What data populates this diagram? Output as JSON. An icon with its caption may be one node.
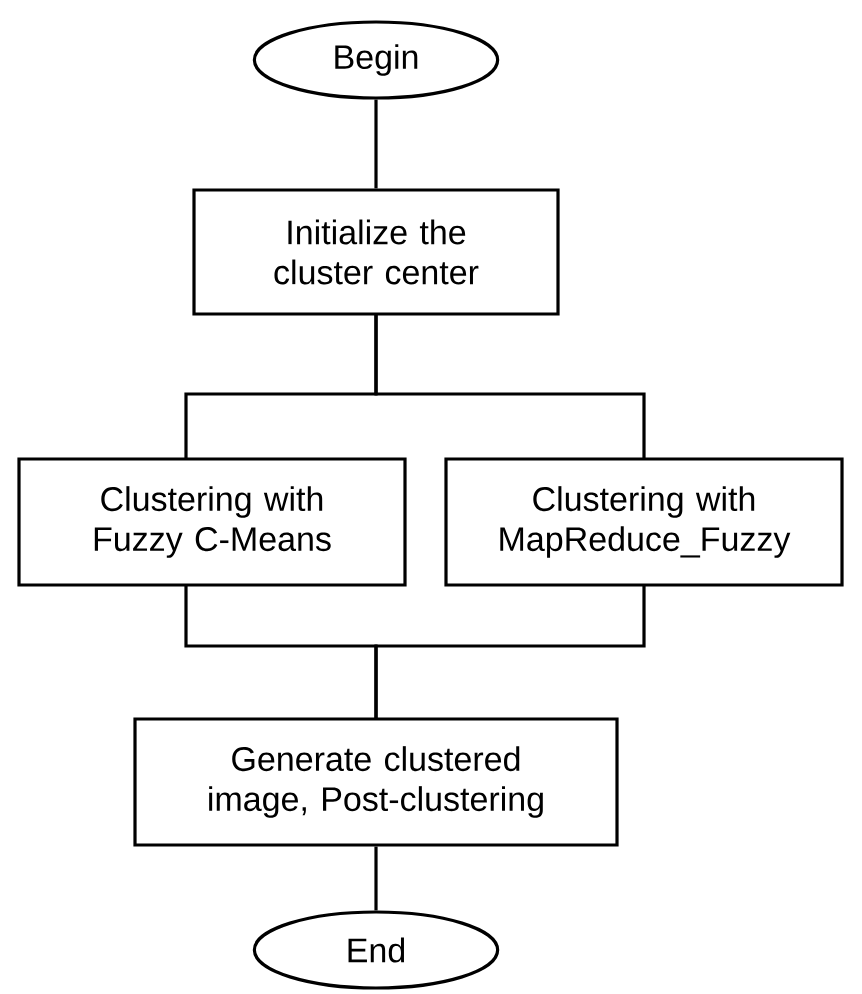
{
  "diagram": {
    "nodes": [
      {
        "text": [
          "Begin"
        ]
      },
      {
        "text": [
          "Initialize the cluster center"
        ]
      },
      {
        "text": [
          "Clustering with Fuzzy C-Means"
        ]
      },
      {
        "text": [
          "Clustering with MapReduce_Fuzzy"
        ]
      },
      {
        "text": [
          "Generate clustered image, Post-clustering"
        ]
      },
      {
        "text": [
          "End"
        ]
      }
    ],
    "edges": [
      {
        "from": 0,
        "to": 1,
        "arrow": "none"
      },
      {
        "from": 1,
        "to": 2,
        "arrow": "none"
      },
      {
        "from": 1,
        "to": 3,
        "arrow": "none"
      },
      {
        "from": 2,
        "to": 4,
        "arrow": "none"
      },
      {
        "from": 3,
        "to": 4,
        "arrow": "none"
      },
      {
        "from": 4,
        "to": 5,
        "arrow": "none"
      }
    ]
  }
}
